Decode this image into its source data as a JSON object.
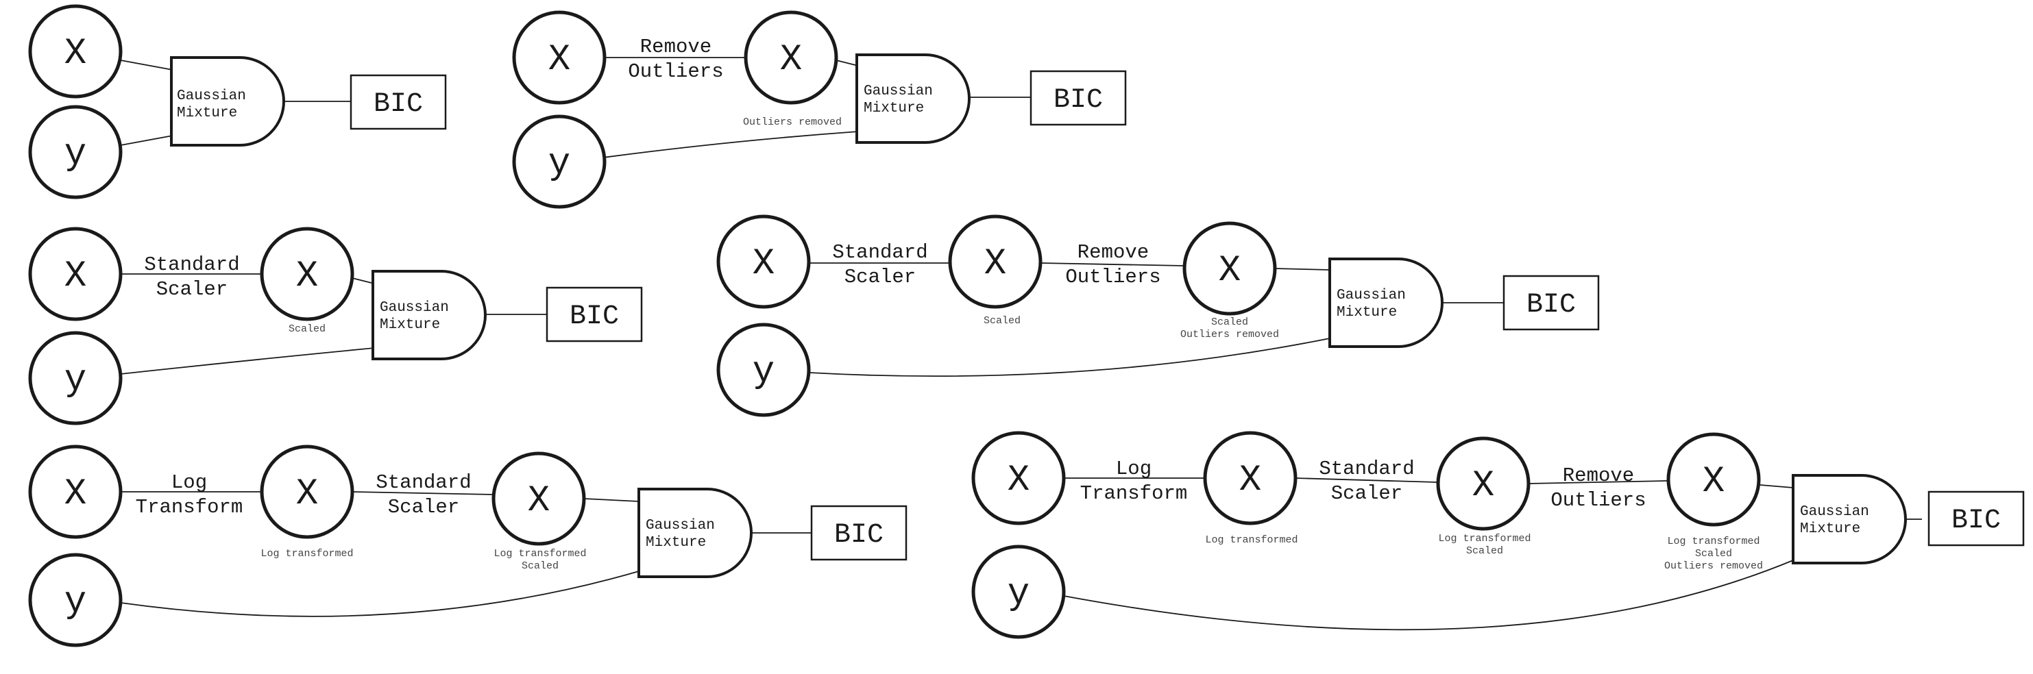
{
  "labels": {
    "x": "X",
    "y": "y",
    "gm_line1": "Gaussian",
    "gm_line2": "Mixture",
    "bic": "BIC",
    "remove_1": "Remove",
    "remove_2": "Outliers",
    "scaler_1": "Standard",
    "scaler_2": "Scaler",
    "log_1": "Log",
    "log_2": "Transform",
    "note_outliers": "Outliers removed",
    "note_scaled": "Scaled",
    "note_log": "Log transformed"
  }
}
